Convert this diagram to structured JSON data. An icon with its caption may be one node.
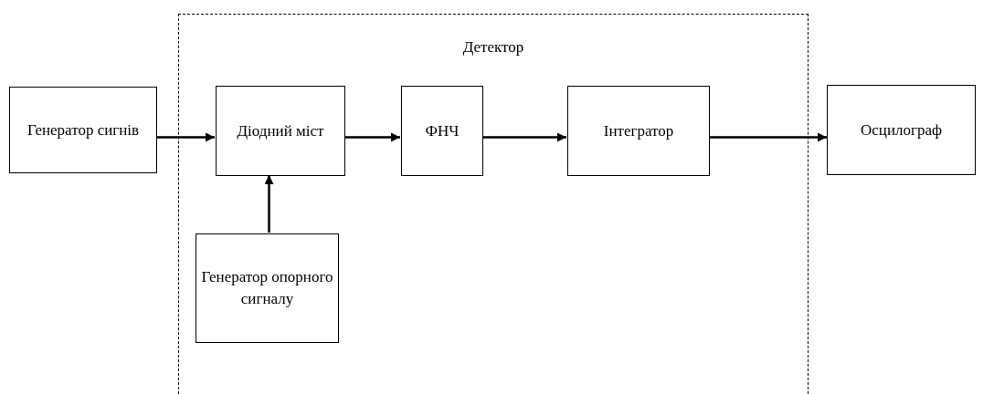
{
  "diagram": {
    "nodes": [
      {
        "text": [
          "Генератор сигнів"
        ]
      },
      {
        "text": [
          "Детектор"
        ]
      },
      {
        "text": [
          "Діодний міст"
        ],
        "in": 1
      },
      {
        "text": [
          "ФНЧ"
        ],
        "in": 1
      },
      {
        "text": [
          "Інтегратор"
        ],
        "in": 1
      },
      {
        "text": [
          "Генератор опорного сигналу"
        ],
        "in": 1
      },
      {
        "text": [
          "Осцилограф"
        ]
      }
    ],
    "edges": [
      {
        "from": 0,
        "to": 2,
        "arrow": "to"
      },
      {
        "from": 5,
        "to": 2,
        "arrow": "to"
      },
      {
        "from": 2,
        "to": 3,
        "arrow": "to"
      },
      {
        "from": 3,
        "to": 4,
        "arrow": "to"
      },
      {
        "from": 4,
        "to": 6,
        "arrow": "to"
      }
    ]
  }
}
